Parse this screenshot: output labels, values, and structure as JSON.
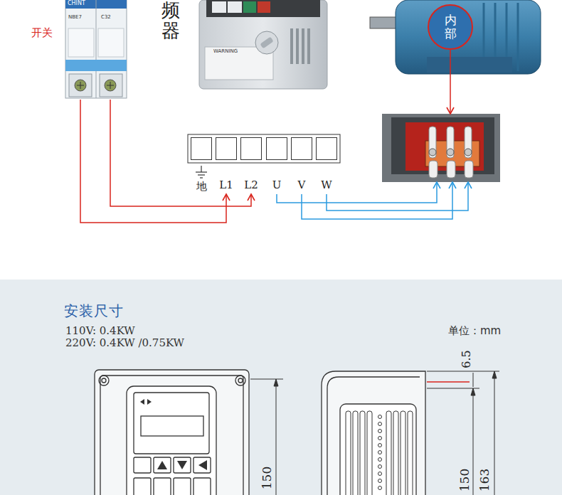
{
  "diagram": {
    "title": "安装尺寸",
    "nodes": [
      {
        "text": [
          "开关"
        ]
      },
      {
        "text": [
          "频器"
        ]
      },
      {
        "text": [
          "内部"
        ]
      },
      {
        "text": []
      },
      {
        "text": [
          "地"
        ]
      },
      {
        "text": [
          "L1"
        ]
      },
      {
        "text": [
          "L2"
        ]
      },
      {
        "text": [
          "U"
        ]
      },
      {
        "text": [
          "V"
        ]
      },
      {
        "text": [
          "W"
        ]
      }
    ],
    "edges": [
      {
        "from": 0,
        "to": 5,
        "arrow": "to"
      },
      {
        "from": 0,
        "to": 6,
        "arrow": "to"
      },
      {
        "from": 7,
        "to": 3,
        "arrow": "to"
      },
      {
        "from": 8,
        "to": 3,
        "arrow": "to"
      },
      {
        "from": 9,
        "to": 3,
        "arrow": "to"
      },
      {
        "from": 2,
        "to": 3,
        "arrow": "to"
      }
    ],
    "labels": [
      "CHINT",
      "NBE7",
      "C32",
      "WARNING",
      "110V: 0.4KW",
      "220V: 0.4KW /0.75KW",
      "单位：mm",
      "6.5",
      "150",
      "150",
      "163"
    ]
  }
}
